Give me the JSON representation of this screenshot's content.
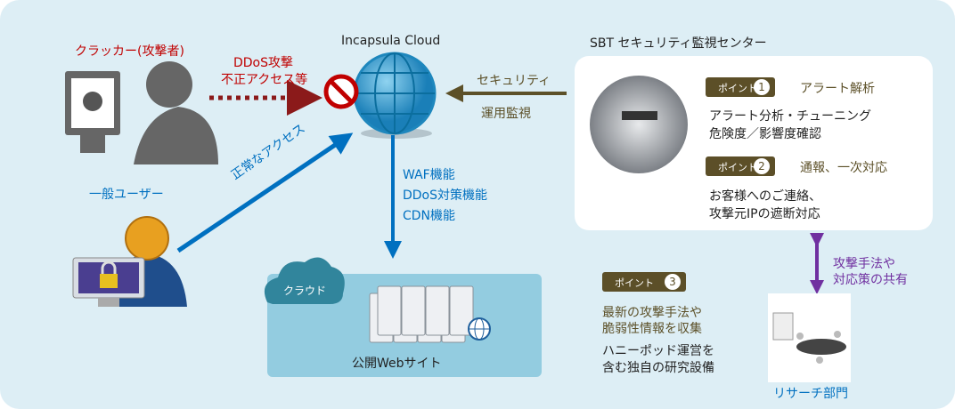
{
  "cracker": {
    "label": "クラッカー(攻撃者)",
    "attack_line1": "DDoS攻撃",
    "attack_line2": "不正アクセス等"
  },
  "incapsula": {
    "title": "Incapsula Cloud",
    "functions": [
      "WAF機能",
      "DDoS対策機能",
      "CDN機能"
    ]
  },
  "user": {
    "label": "一般ユーザー",
    "access": "正常なアクセス"
  },
  "monitoring": {
    "line1": "セキュリティ",
    "line2": "運用監視"
  },
  "sbt": {
    "title": "SBT セキュリティ監視センター",
    "points": [
      {
        "badge": "ポイント",
        "num": "1",
        "title": "アラート解析",
        "lines": [
          "アラート分析・チューニング",
          "危険度／影響度確認"
        ]
      },
      {
        "badge": "ポイント",
        "num": "2",
        "title": "通報、一次対応",
        "lines": [
          "お客様へのご連絡、",
          "攻撃元IPの遮断対応"
        ]
      }
    ]
  },
  "point3": {
    "badge": "ポイント",
    "num": "3",
    "lines": [
      "最新の攻撃手法や",
      "脆弱性情報を収集",
      "ハニーポッド運営を",
      "含む独自の研究設備"
    ]
  },
  "share": {
    "line1": "攻撃手法や",
    "line2": "対応策の共有"
  },
  "research": {
    "label": "リサーチ部門"
  },
  "cloud": {
    "label": "クラウド",
    "site": "公開Webサイト"
  },
  "colors": {
    "red": "#c00000",
    "blue": "#0070c0",
    "olive": "#5c5028",
    "purple": "#7030a0"
  }
}
